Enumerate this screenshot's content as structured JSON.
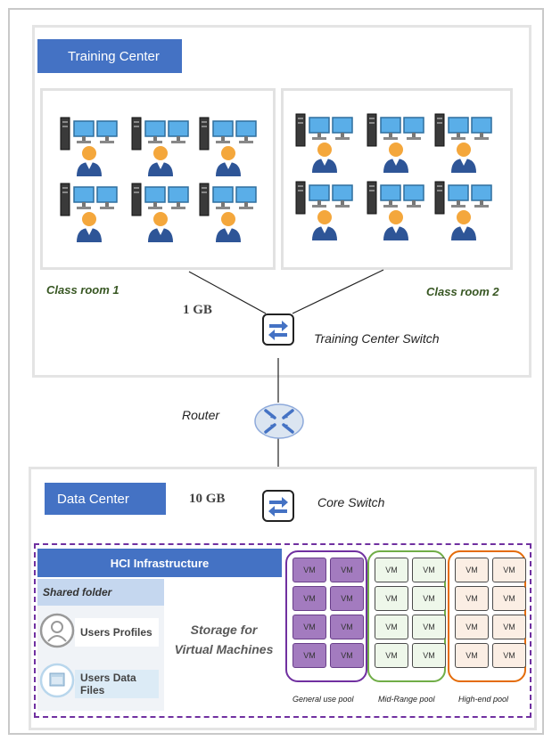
{
  "training_center": {
    "title": "Training Center",
    "classroom1_label": "Class room 1",
    "classroom2_label": "Class room 2",
    "link_speed": "1 GB",
    "switch_label": "Training Center Switch"
  },
  "router_label": "Router",
  "data_center": {
    "title": "Data Center",
    "link_speed": "10 GB",
    "switch_label": "Core Switch"
  },
  "hci": {
    "title": "HCI Infrastructure",
    "shared_folder": "Shared folder",
    "users_profiles": "Users Profiles",
    "users_data_files": "Users Data Files",
    "storage_line1": "Storage for",
    "storage_line2": "Virtual Machines"
  },
  "pools": [
    {
      "label": "General use pool",
      "vm_text": "VM",
      "color": "#7030a0"
    },
    {
      "label": "Mid-Range pool",
      "vm_text": "VM",
      "color": "#70ad47"
    },
    {
      "label": "High-end pool",
      "vm_text": "VM",
      "color": "#e46c0a"
    }
  ],
  "colors": {
    "accent": "#4472c4",
    "dashed_border": "#7030a0",
    "label_green": "#385723"
  }
}
